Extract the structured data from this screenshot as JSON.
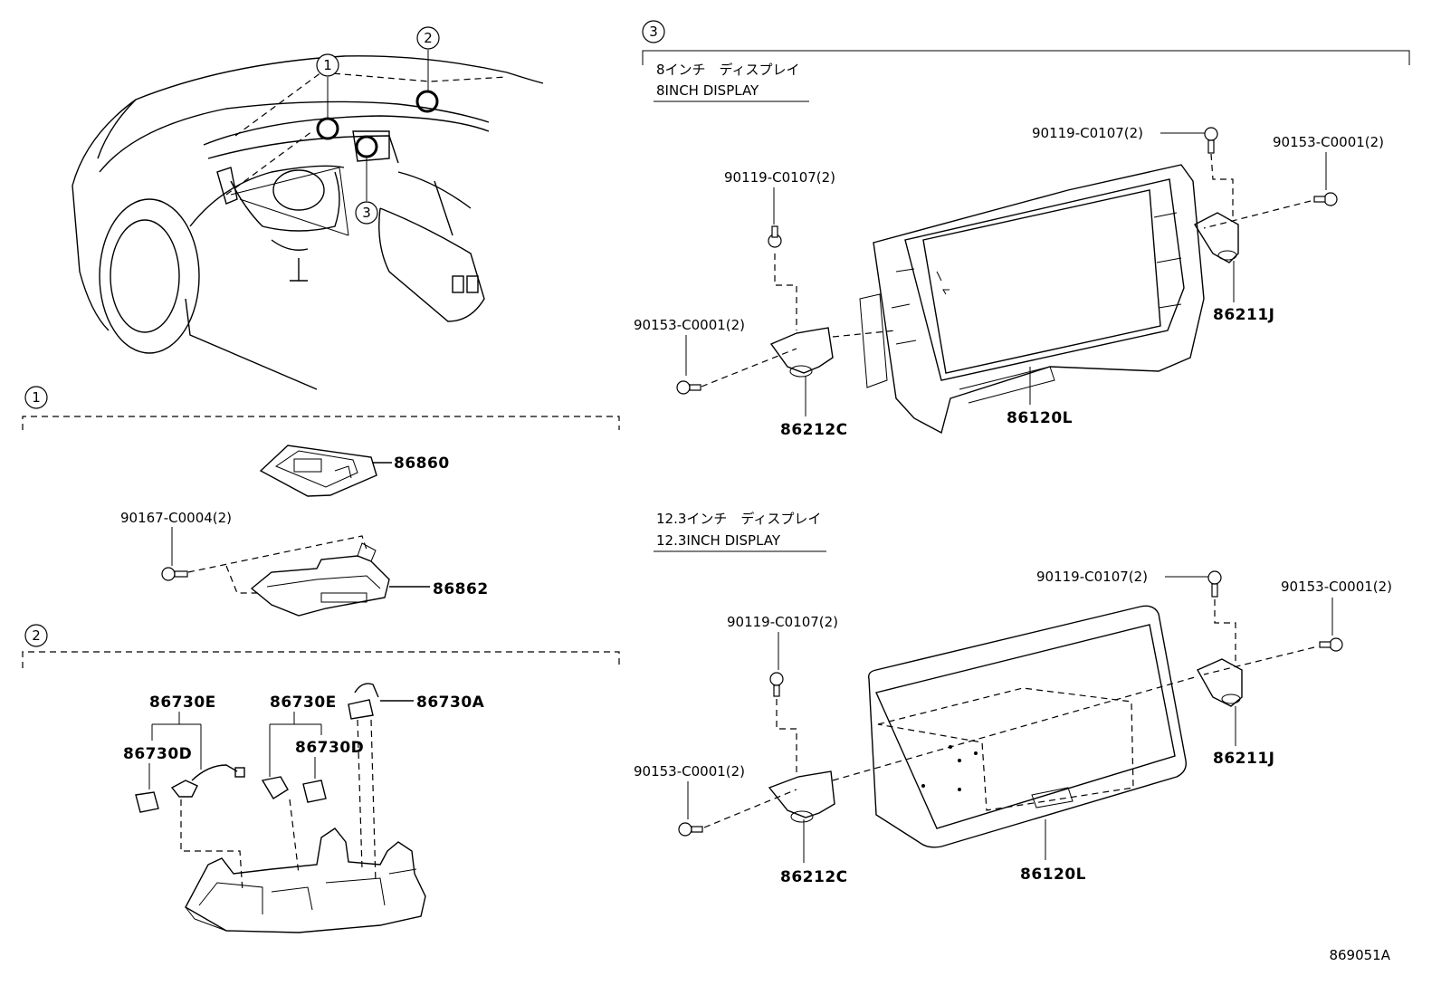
{
  "sections": {
    "overview": {
      "callouts": [
        "1",
        "2",
        "3"
      ]
    },
    "s1": {
      "number": "1"
    },
    "s2": {
      "number": "2"
    },
    "s3": {
      "number": "3",
      "display8_jp": "8インチ　ディスプレイ",
      "display8_en": "8INCH DISPLAY",
      "display12_jp": "12.3インチ　ディスプレイ",
      "display12_en": "12.3INCH DISPLAY"
    }
  },
  "parts": {
    "p86860": "86860",
    "p90167": "90167-C0004(2)",
    "p86862": "86862",
    "p86730E_a": "86730E",
    "p86730D_a": "86730D",
    "p86730E_b": "86730E",
    "p86730D_b": "86730D",
    "p86730A": "86730A",
    "d8_90119_top": "90119-C0107(2)",
    "d8_90153_right": "90153-C0001(2)",
    "d8_90119_left": "90119-C0107(2)",
    "d8_90153_left": "90153-C0001(2)",
    "d8_86211J": "86211J",
    "d8_86212C": "86212C",
    "d8_86120L": "86120L",
    "d12_90119_top": "90119-C0107(2)",
    "d12_90153_right": "90153-C0001(2)",
    "d12_90119_left": "90119-C0107(2)",
    "d12_90153_left": "90153-C0001(2)",
    "d12_86211J": "86211J",
    "d12_86212C": "86212C",
    "d12_86120L": "86120L"
  },
  "diagram_id": "869051A"
}
